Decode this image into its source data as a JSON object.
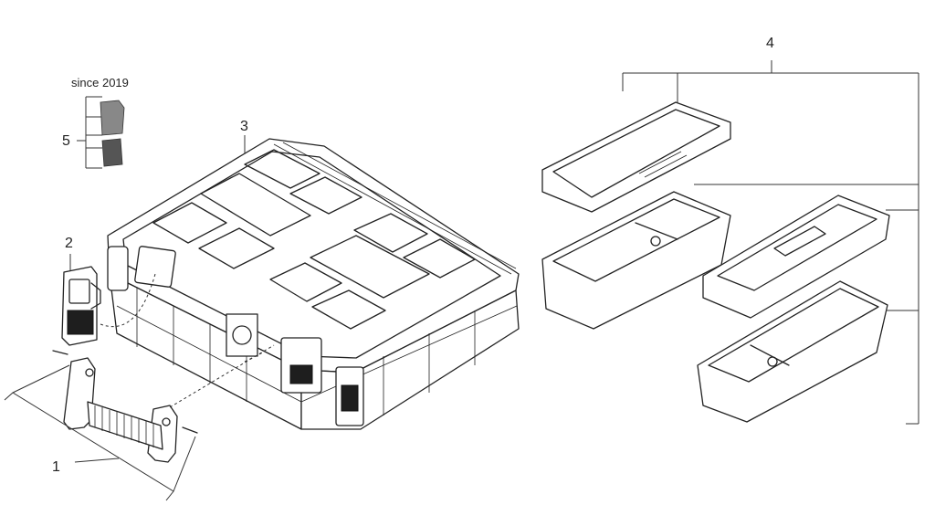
{
  "labels": {
    "part1": "1",
    "part2": "2",
    "part3": "3",
    "part4": "4",
    "part5": "5",
    "since": "since 2019"
  },
  "colors": {
    "line": "#222222",
    "background": "#ffffff"
  }
}
